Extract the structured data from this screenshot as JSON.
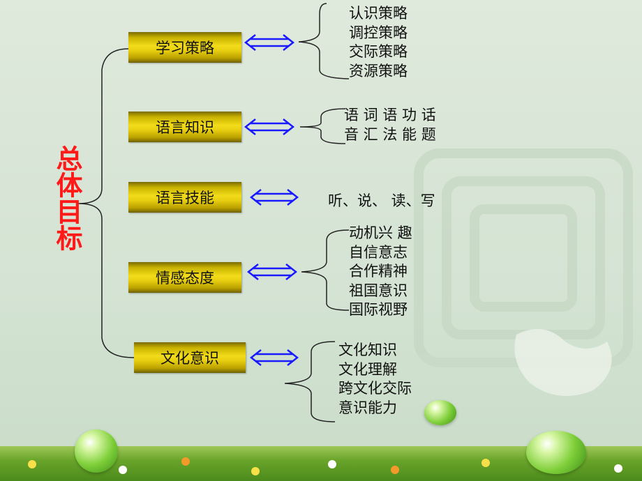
{
  "root": {
    "title": "总体目标"
  },
  "branches": [
    {
      "label": "学习策略",
      "items": [
        "认识策略",
        "调控策略",
        "交际策略",
        "资源策略"
      ]
    },
    {
      "label": "语言知识",
      "items": [
        "语 词 语 功 话",
        "音 汇 法 能 题"
      ]
    },
    {
      "label": "语言技能",
      "items": [
        "听、说、 读、写"
      ]
    },
    {
      "label": "情感态度",
      "items": [
        "动机兴 趣",
        "自信意志",
        "合作精神",
        "祖国意识",
        "国际视野"
      ]
    },
    {
      "label": "文化意识",
      "items": [
        "文化知识",
        "文化理解",
        "跨文化交际",
        "意识能力"
      ]
    }
  ],
  "colors": {
    "root_text": "#ff1a1a",
    "arrow": "#1a1aff",
    "box": "#e8cf10",
    "background": "#d8e6d6"
  }
}
